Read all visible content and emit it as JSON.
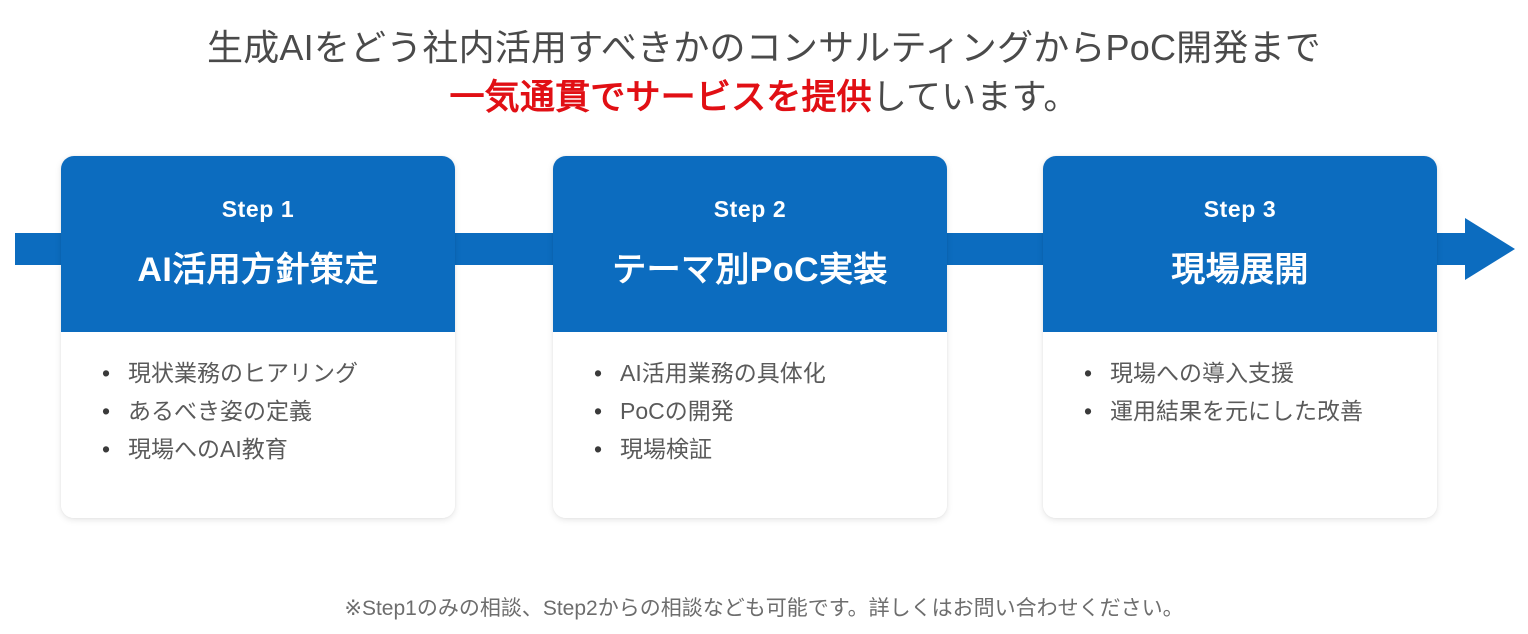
{
  "heading": {
    "line1": "生成AIをどう社内活用すべきかのコンサルティングからPoC開発まで",
    "line2_emphasis": "一気通貫でサービスを提供",
    "line2_rest": "しています。",
    "emphasis_color": "#e10f14",
    "text_color": "#4a4a4a"
  },
  "arrow": {
    "name": "process-flow-arrow",
    "color": "#0c6cbf",
    "direction": "right"
  },
  "steps": [
    {
      "number": "Step 1",
      "title": "AI活用方針策定",
      "bullet": "•",
      "items": [
        "現状業務のヒアリング",
        "あるべき姿の定義",
        "現場へのAI教育"
      ]
    },
    {
      "number": "Step 2",
      "title": "テーマ別PoC実装",
      "bullet": "•",
      "items": [
        "AI活用業務の具体化",
        "PoCの開発",
        "現場検証"
      ]
    },
    {
      "number": "Step 3",
      "title": "現場展開",
      "bullet": "•",
      "items": [
        "現場への導入支援",
        "運用結果を元にした改善"
      ]
    }
  ],
  "footnote": "※Step1のみの相談、Step2からの相談なども可能です。詳しくはお問い合わせください。",
  "theme": {
    "header_blue": "#0c6cbf",
    "card_background": "#ffffff",
    "body_text": "#5a5a5a",
    "page_background": "#ffffff"
  }
}
